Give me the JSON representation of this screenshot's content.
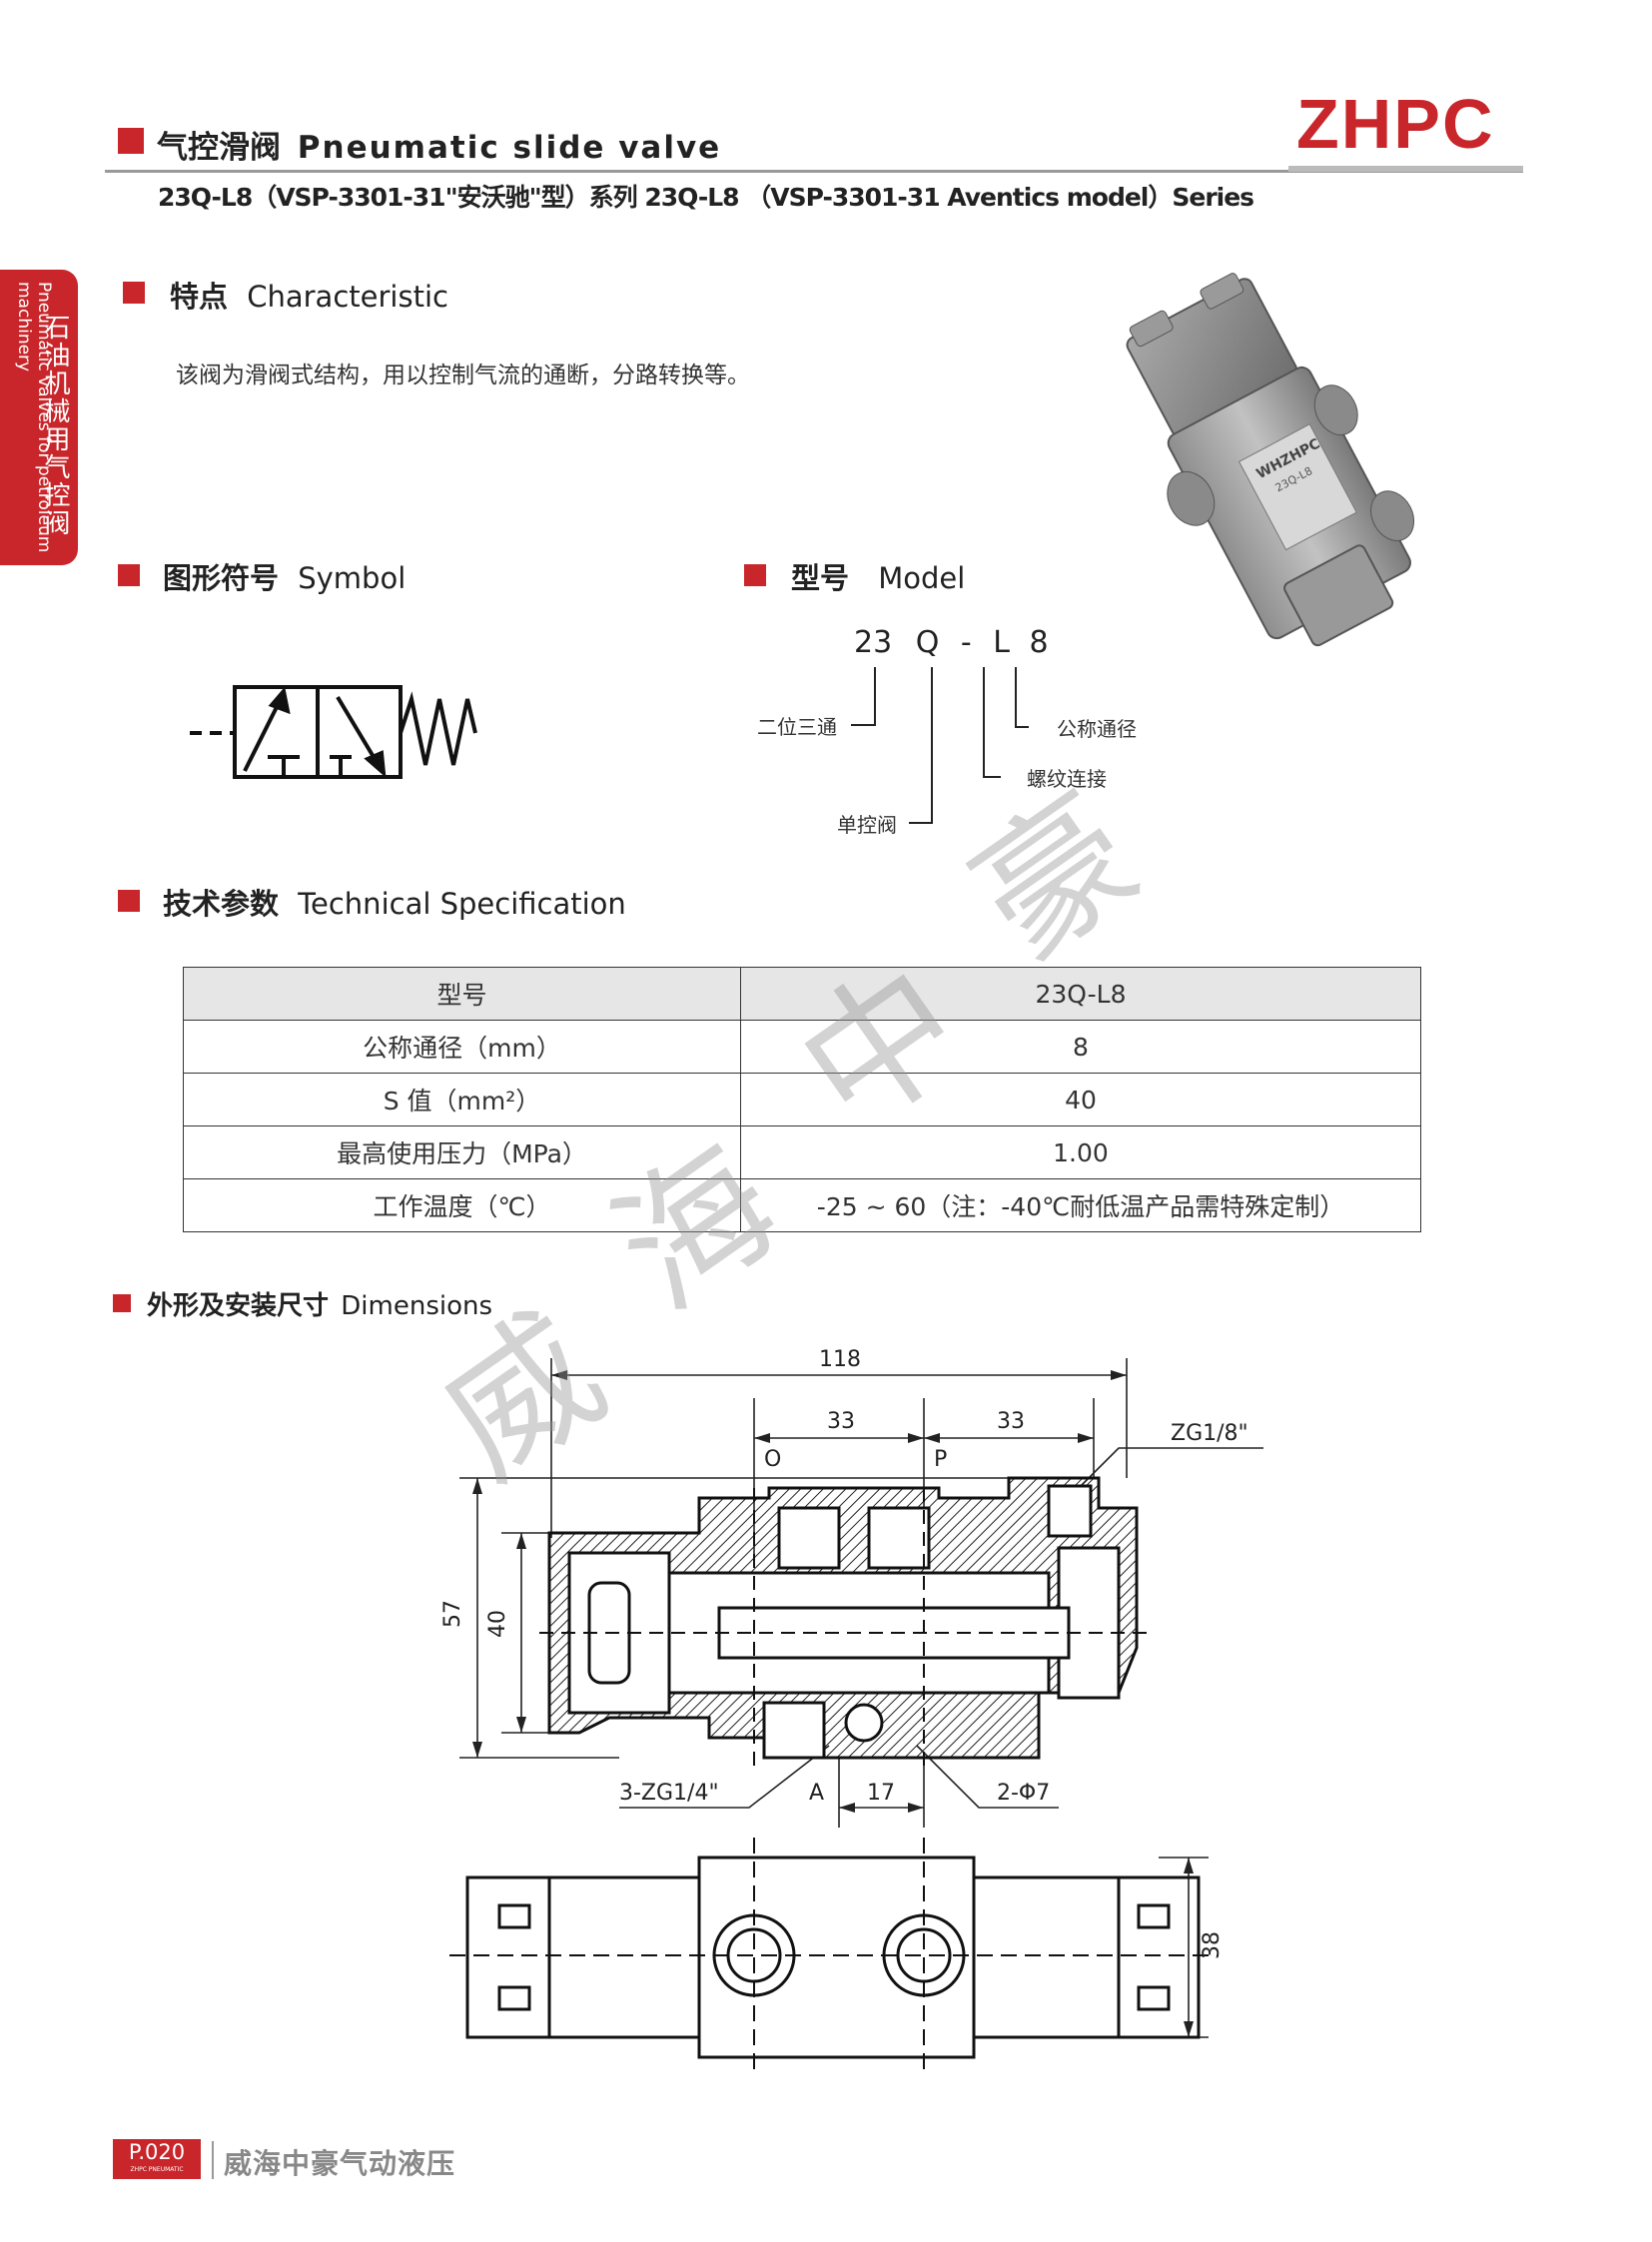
{
  "header": {
    "title_cn": "气控滑阀",
    "title_en": "Pneumatic slide valve",
    "subtitle": "23Q-L8（VSP-3301-31\"安沃驰\"型）系列 23Q-L8 （VSP-3301-31 Aventics model）Series",
    "brand": "ZHPC"
  },
  "side_tab": {
    "cn": "石油机械用气控阀",
    "en": "Pneumatic valves for petroleum machinery"
  },
  "characteristic": {
    "title_cn": "特点",
    "title_en": "Characteristic",
    "text": "该阀为滑阀式结构，用以控制气流的通断，分路转换等。"
  },
  "symbol": {
    "title_cn": "图形符号",
    "title_en": "Symbol"
  },
  "model": {
    "title_cn": "型号",
    "title_en": "Model",
    "code": [
      "23",
      "Q",
      "-",
      "L",
      "8"
    ],
    "labels": {
      "two_pos_three_way": "二位三通",
      "single_control": "单控阀",
      "thread": "螺纹连接",
      "nominal": "公称通径"
    }
  },
  "product_photo": {
    "label_brand": "WHZHPC",
    "label_model": "23Q-L8"
  },
  "spec": {
    "title_cn": "技术参数",
    "title_en": "Technical Specification",
    "rows": [
      {
        "name": "型号",
        "value": "23Q-L8"
      },
      {
        "name": "公称通径（mm）",
        "value": "8"
      },
      {
        "name": "S 值（mm²）",
        "value": "40"
      },
      {
        "name": "最高使用压力（MPa）",
        "value": "1.00"
      },
      {
        "name": "工作温度（℃）",
        "value": "-25 ~ 60（注：-40℃耐低温产品需特殊定制）"
      }
    ]
  },
  "dimensions": {
    "title_cn": "外形及安装尺寸",
    "title_en": "Dimensions",
    "d118": "118",
    "d33a": "33",
    "d33b": "33",
    "port_o": "O",
    "port_p": "P",
    "port_a": "A",
    "zg18": "ZG1/8\"",
    "d57": "57",
    "d40": "40",
    "zg14": "3-ZG1/4\"",
    "d17": "17",
    "phi7": "2-Φ7",
    "d38": "38"
  },
  "watermark": [
    "威",
    "海",
    "中",
    "豪"
  ],
  "footer": {
    "page": "P.020",
    "small": "ZHPC PNEUMATIC",
    "company": "威海中豪气动液压"
  }
}
